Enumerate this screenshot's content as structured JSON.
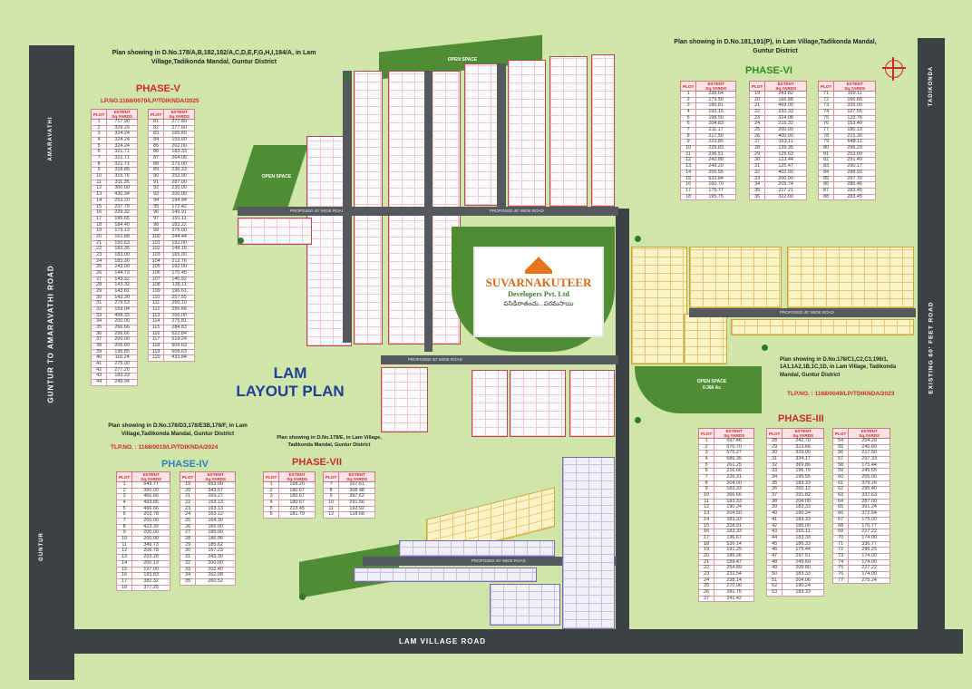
{
  "roads": {
    "left": "GUNTUR TO AMARAVATHI ROAD",
    "left_top": "AMARAVATHI",
    "left_bottom": "GUNTUR",
    "right": "EXISTING 60' FEET ROAD",
    "right_top": "TADIKONDA",
    "bottom": "LAM VILLAGE ROAD"
  },
  "layout_title": {
    "line1": "LAM",
    "line2": "LAYOUT PLAN"
  },
  "logo": {
    "name": "SUVARNAKUTEER",
    "sub": "Developers Pvt. Ltd",
    "tagline": "పసిడిరాతంచు...పరమసాయి"
  },
  "open_space": {
    "label": "OPEN SPACE"
  },
  "open_space_2": {
    "label": "OPEN SPACE",
    "sub": "0.366 Ac"
  },
  "wide_road": "PROPOSED 40' WIDE ROAD",
  "phase5": {
    "heading": "Plan showing in D.No.178/A,B,182,182/A,C,D,E,F,G,H,I,184/A, in Lam Village,Tadikonda Mandal, Guntur District",
    "title": "PHASE-V",
    "lp": "LP.NO.1168/0070/LP/TDIKNDA/2025",
    "col_plot": "PLOT",
    "col_extent": "EXTENT Sq.YARDS",
    "table1": [
      [
        "1",
        "717.90"
      ],
      [
        "2",
        "329.29"
      ],
      [
        "3",
        "324.24"
      ],
      [
        "4",
        "324.24"
      ],
      [
        "5",
        "324.24"
      ],
      [
        "6",
        "321.71"
      ],
      [
        "7",
        "321.71"
      ],
      [
        "8",
        "321.71"
      ],
      [
        "9",
        "318.85"
      ],
      [
        "10",
        "315.76"
      ],
      [
        "11",
        "311.35"
      ],
      [
        "12",
        "300.00"
      ],
      [
        "13",
        "430.34"
      ],
      [
        "14",
        "253.20"
      ],
      [
        "15",
        "237.79"
      ],
      [
        "16",
        "229.32"
      ],
      [
        "17",
        "195.65"
      ],
      [
        "18",
        "184.40"
      ],
      [
        "19",
        "173.13"
      ],
      [
        "20",
        "161.88"
      ],
      [
        "21",
        "150.63"
      ],
      [
        "22",
        "183.35"
      ],
      [
        "23",
        "183.00"
      ],
      [
        "24",
        "183.30"
      ],
      [
        "25",
        "243.00"
      ],
      [
        "26",
        "144.73"
      ],
      [
        "27",
        "143.32"
      ],
      [
        "28",
        "143.32"
      ],
      [
        "29",
        "143.81"
      ],
      [
        "30",
        "143.30"
      ],
      [
        "31",
        "279.53"
      ],
      [
        "32",
        "159.04"
      ],
      [
        "33",
        "458.33"
      ],
      [
        "34",
        "200.00"
      ],
      [
        "35",
        "266.66"
      ],
      [
        "36",
        "256.66"
      ],
      [
        "37",
        "200.00"
      ],
      [
        "38",
        "205.60"
      ],
      [
        "39",
        "196.85"
      ],
      [
        "40",
        "116.24"
      ],
      [
        "41",
        "275.00"
      ],
      [
        "42",
        "277.20"
      ],
      [
        "43",
        "183.33"
      ],
      [
        "44",
        "249.94"
      ]
    ],
    "table2": [
      [
        "81",
        "277.80"
      ],
      [
        "82",
        "277.60"
      ],
      [
        "83",
        "165.60"
      ],
      [
        "84",
        "159.60"
      ],
      [
        "85",
        "202.00"
      ],
      [
        "86",
        "183.33"
      ],
      [
        "87",
        "264.06"
      ],
      [
        "88",
        "273.00"
      ],
      [
        "89",
        "236.33"
      ],
      [
        "90",
        "253.00"
      ],
      [
        "91",
        "287.00"
      ],
      [
        "92",
        "230.00"
      ],
      [
        "93",
        "200.00"
      ],
      [
        "94",
        "194.94"
      ],
      [
        "95",
        "172.42"
      ],
      [
        "96",
        "149.91"
      ],
      [
        "97",
        "191.11"
      ],
      [
        "98",
        "183.22"
      ],
      [
        "99",
        "275.00"
      ],
      [
        "100",
        "244.44"
      ],
      [
        "101",
        "192.00"
      ],
      [
        "102",
        "148.15"
      ],
      [
        "103",
        "165.00"
      ],
      [
        "104",
        "212.76"
      ],
      [
        "105",
        "192.00"
      ],
      [
        "106",
        "170.45"
      ],
      [
        "107",
        "140.92"
      ],
      [
        "108",
        "138.11"
      ],
      [
        "109",
        "196.61"
      ],
      [
        "110",
        "257.55"
      ],
      [
        "111",
        "250.10"
      ],
      [
        "112",
        "256.66"
      ],
      [
        "113",
        "200.00"
      ],
      [
        "114",
        "275.81"
      ],
      [
        "115",
        "284.83"
      ],
      [
        "116",
        "522.84"
      ],
      [
        "117",
        "519.24"
      ],
      [
        "118",
        "509.63"
      ],
      [
        "119",
        "509.63"
      ],
      [
        "120",
        "433.84"
      ]
    ]
  },
  "phase6": {
    "heading": "Plan showing in D.No.181,191(P), in Lam Village,Tadikonda Mandal, Guntur District",
    "title": "PHASE-VI",
    "col_plot": "PLOT",
    "col_extent": "EXTENT Sq.YARDS",
    "table1": [
      [
        "1",
        "239.64"
      ],
      [
        "2",
        "179.50"
      ],
      [
        "3",
        "185.81"
      ],
      [
        "4",
        "192.15"
      ],
      [
        "5",
        "198.50"
      ],
      [
        "6",
        "204.83"
      ],
      [
        "7",
        "211.17"
      ],
      [
        "8",
        "217.50"
      ],
      [
        "9",
        "223.85"
      ],
      [
        "10",
        "229.83"
      ],
      [
        "11",
        "236.51"
      ],
      [
        "12",
        "242.88"
      ],
      [
        "13",
        "249.20"
      ],
      [
        "14",
        "255.55"
      ],
      [
        "15",
        "532.84"
      ],
      [
        "16",
        "160.70"
      ],
      [
        "17",
        "175.77"
      ],
      [
        "18",
        "195.75"
      ]
    ],
    "table2": [
      [
        "19",
        "243.82"
      ],
      [
        "20",
        "166.88"
      ],
      [
        "21",
        "469.00"
      ],
      [
        "22",
        "233.33"
      ],
      [
        "23",
        "324.08"
      ],
      [
        "24",
        "215.32"
      ],
      [
        "25",
        "200.00"
      ],
      [
        "26",
        "400.00"
      ],
      [
        "27",
        "153.11"
      ],
      [
        "28",
        "139.35"
      ],
      [
        "29",
        "125.63"
      ],
      [
        "30",
        "123.44"
      ],
      [
        "31",
        "125.47"
      ],
      [
        "32",
        "402.00"
      ],
      [
        "33",
        "200.00"
      ],
      [
        "34",
        "205.74"
      ],
      [
        "35",
        "217.21"
      ],
      [
        "36",
        "322.00"
      ]
    ],
    "table3": [
      [
        "71",
        "169.11"
      ],
      [
        "72",
        "166.66"
      ],
      [
        "73",
        "335.00"
      ],
      [
        "74",
        "127.55"
      ],
      [
        "75",
        "133.76"
      ],
      [
        "76",
        "153.40"
      ],
      [
        "77",
        "180.13"
      ],
      [
        "78",
        "215.30"
      ],
      [
        "79",
        "648.11"
      ],
      [
        "80",
        "296.29"
      ],
      [
        "81",
        "253.09"
      ],
      [
        "82",
        "291.40"
      ],
      [
        "83",
        "290.17"
      ],
      [
        "84",
        "288.93"
      ],
      [
        "85",
        "287.70"
      ],
      [
        "86",
        "286.46"
      ],
      [
        "87",
        "283.45"
      ],
      [
        "88",
        "283.45"
      ]
    ]
  },
  "phase3": {
    "heading": "Plan showing in D.No.178/C1,C2,C3,196/1, 1A1,1A2,1B,1C,1D, in Lam Village, Tadikonda Mandal, Guntur District",
    "title": "PHASE-III",
    "lp": "TLP.NO. : 1168/0049/LP/TDIKNDA/2023",
    "col_plot": "PLOT",
    "col_extent": "EXTENT Sq.YARDS",
    "table1": [
      [
        "1",
        "597.46"
      ],
      [
        "2",
        "570.70"
      ],
      [
        "3",
        "575.27"
      ],
      [
        "4",
        "689.35"
      ],
      [
        "5",
        "261.25"
      ],
      [
        "6",
        "216.66"
      ],
      [
        "7",
        "226.31"
      ],
      [
        "8",
        "204.00"
      ],
      [
        "9",
        "183.33"
      ],
      [
        "10",
        "366.66"
      ],
      [
        "11",
        "183.33"
      ],
      [
        "12",
        "190.24"
      ],
      [
        "13",
        "204.50"
      ],
      [
        "14",
        "183.33"
      ],
      [
        "15",
        "328.91"
      ],
      [
        "16",
        "183.33"
      ],
      [
        "17",
        "196.67"
      ],
      [
        "18",
        "526.14"
      ],
      [
        "19",
        "191.25"
      ],
      [
        "20",
        "185.26"
      ],
      [
        "21",
        "189.47"
      ],
      [
        "22",
        "254.89"
      ],
      [
        "23",
        "232.54"
      ],
      [
        "24",
        "238.14"
      ],
      [
        "25",
        "270.00"
      ],
      [
        "26",
        "281.75"
      ],
      [
        "27",
        "241.42"
      ]
    ],
    "table2": [
      [
        "28",
        "242.70"
      ],
      [
        "29",
        "323.66"
      ],
      [
        "30",
        "329.00"
      ],
      [
        "31",
        "334.17"
      ],
      [
        "32",
        "369.86"
      ],
      [
        "33",
        "196.79"
      ],
      [
        "34",
        "195.55"
      ],
      [
        "35",
        "183.33"
      ],
      [
        "36",
        "265.12"
      ],
      [
        "37",
        "291.82"
      ],
      [
        "38",
        "204.00"
      ],
      [
        "39",
        "183.33"
      ],
      [
        "40",
        "190.24"
      ],
      [
        "41",
        "183.33"
      ],
      [
        "42",
        "185.00"
      ],
      [
        "43",
        "265.11"
      ],
      [
        "44",
        "183.33"
      ],
      [
        "45",
        "186.33"
      ],
      [
        "46",
        "175.44"
      ],
      [
        "47",
        "297.51"
      ],
      [
        "48",
        "249.60"
      ],
      [
        "49",
        "209.80"
      ],
      [
        "50",
        "183.33"
      ],
      [
        "51",
        "204.06"
      ],
      [
        "52",
        "190.24"
      ],
      [
        "53",
        "183.33"
      ]
    ],
    "table3": [
      [
        "54",
        "254.29"
      ],
      [
        "55",
        "240.60"
      ],
      [
        "56",
        "217.50"
      ],
      [
        "57",
        "297.33"
      ],
      [
        "58",
        "175.44"
      ],
      [
        "59",
        "245.55"
      ],
      [
        "60",
        "205.00"
      ],
      [
        "61",
        "379.26"
      ],
      [
        "62",
        "295.40"
      ],
      [
        "63",
        "337.63"
      ],
      [
        "64",
        "287.00"
      ],
      [
        "65",
        "391.24"
      ],
      [
        "66",
        "372.64"
      ],
      [
        "67",
        "175.00"
      ],
      [
        "68",
        "170.77"
      ],
      [
        "69",
        "227.22"
      ],
      [
        "70",
        "174.00"
      ],
      [
        "71",
        "336.77"
      ],
      [
        "72",
        "296.25"
      ],
      [
        "73",
        "174.00"
      ],
      [
        "74",
        "174.00"
      ],
      [
        "75",
        "227.22"
      ],
      [
        "76",
        "174.00"
      ],
      [
        "77",
        "275.24"
      ]
    ]
  },
  "phase4": {
    "heading": "Plan showing in D.No.178/D3,178/E3B,178/F, in Lam Village,Tadikonda Mandal, Guntur District",
    "title": "PHASE-IV",
    "lp": "TLP.NO. : 1168/0019/LP/TDIKNDA/2024",
    "col_plot": "PLOT",
    "col_extent": "EXTENT Sq.YARDS",
    "table1": [
      [
        "1",
        "649.77"
      ],
      [
        "2",
        "350.00"
      ],
      [
        "3",
        "466.66"
      ],
      [
        "4",
        "493.85"
      ],
      [
        "5",
        "466.66"
      ],
      [
        "6",
        "203.78"
      ],
      [
        "7",
        "200.00"
      ],
      [
        "8",
        "423.39"
      ],
      [
        "9",
        "200.00"
      ],
      [
        "10",
        "200.00"
      ],
      [
        "11",
        "349.73"
      ],
      [
        "12",
        "206.78"
      ],
      [
        "13",
        "203.28"
      ],
      [
        "14",
        "200.13"
      ],
      [
        "15",
        "197.00"
      ],
      [
        "16",
        "193.83"
      ],
      [
        "17",
        "382.32"
      ],
      [
        "18",
        "377.25"
      ]
    ],
    "table2": [
      [
        "19",
        "653.00"
      ],
      [
        "20",
        "343.57"
      ],
      [
        "21",
        "269.27"
      ],
      [
        "22",
        "163.13"
      ],
      [
        "23",
        "163.13"
      ],
      [
        "24",
        "163.12"
      ],
      [
        "25",
        "164.30"
      ],
      [
        "26",
        "165.00"
      ],
      [
        "27",
        "185.00"
      ],
      [
        "28",
        "186.06"
      ],
      [
        "29",
        "185.62"
      ],
      [
        "30",
        "167.23"
      ],
      [
        "31",
        "243.30"
      ],
      [
        "32",
        "200.00"
      ],
      [
        "33",
        "202.40"
      ],
      [
        "34",
        "262.08"
      ],
      [
        "35",
        "260.52"
      ]
    ]
  },
  "phase7": {
    "heading": "Plan showing in D.No.178/E, in Lam Village, Tadikonda Mandal, Guntur District",
    "title": "PHASE-VII",
    "col_plot": "PLOT",
    "col_extent": "EXTENT Sq.YARDS",
    "table1": [
      [
        "1",
        "168.20"
      ],
      [
        "2",
        "180.67"
      ],
      [
        "3",
        "180.67"
      ],
      [
        "4",
        "180.67"
      ],
      [
        "5",
        "213.45"
      ],
      [
        "6",
        "181.79"
      ]
    ],
    "table2": [
      [
        "7",
        "167.61"
      ],
      [
        "8",
        "308.48"
      ],
      [
        "9",
        "397.62"
      ],
      [
        "10",
        "291.56"
      ],
      [
        "11",
        "192.92"
      ],
      [
        "12",
        "128.68"
      ]
    ]
  },
  "colors": {
    "road": "#3d4144",
    "grass": "#cfe6a8",
    "park": "#4f8c33",
    "plot_border": "#b8475a",
    "title_blue": "#1f3f96",
    "accent_red": "#d0262e",
    "phase_green": "#2f8a2c"
  }
}
